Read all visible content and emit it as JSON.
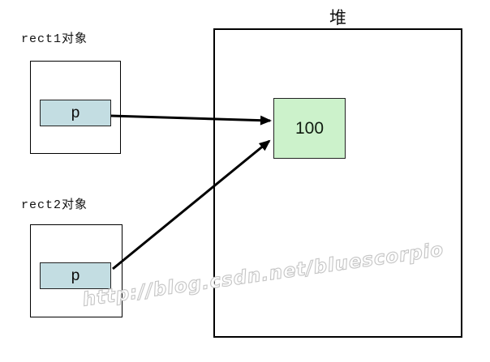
{
  "diagram": {
    "heap": {
      "label": "堆",
      "value": "100"
    },
    "objects": [
      {
        "label": "rect1对象",
        "pointer": "p"
      },
      {
        "label": "rect2对象",
        "pointer": "p"
      }
    ],
    "arrows": [
      {
        "from": "rect1.p",
        "to": "heap.value"
      },
      {
        "from": "rect2.p",
        "to": "heap.value"
      }
    ],
    "watermark": "http://blog.csdn.net/bluescorpio",
    "colors": {
      "pointer_box_fill": "#c3dde2",
      "value_box_fill": "#ccf2cb",
      "box_border": "#000000",
      "arrow": "#000000",
      "watermark_outline": "#c6c6c6",
      "background": "#ffffff"
    }
  }
}
